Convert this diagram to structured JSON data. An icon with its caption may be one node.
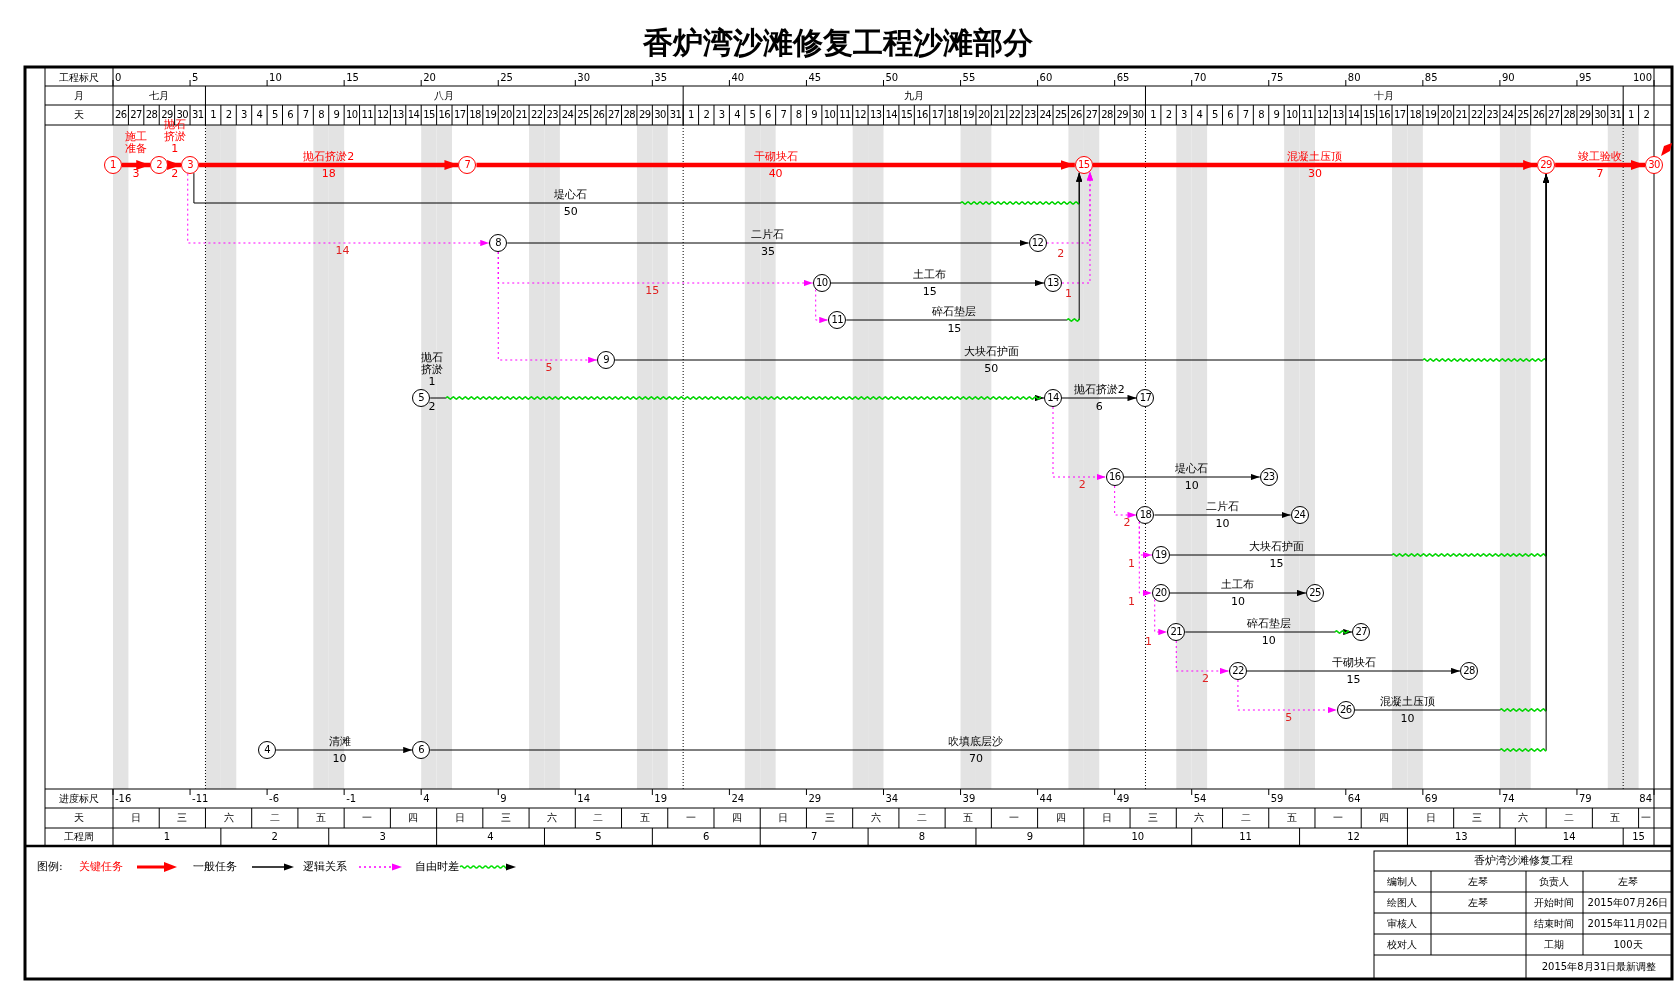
{
  "diagram": {
    "title": "香炉湾沙滩修复工程沙滩部分",
    "nodes": [
      {
        "text": [
          "1"
        ]
      },
      {
        "text": [
          "2"
        ]
      },
      {
        "text": [
          "3"
        ]
      },
      {
        "text": [
          "4"
        ]
      },
      {
        "text": [
          "5"
        ]
      },
      {
        "text": [
          "6"
        ]
      },
      {
        "text": [
          "7"
        ]
      },
      {
        "text": [
          "8"
        ]
      },
      {
        "text": [
          "9"
        ]
      },
      {
        "text": [
          "10"
        ]
      },
      {
        "text": [
          "11"
        ]
      },
      {
        "text": [
          "12"
        ]
      },
      {
        "text": [
          "13"
        ]
      },
      {
        "text": [
          "14"
        ]
      },
      {
        "text": [
          "15"
        ]
      },
      {
        "text": [
          "16"
        ]
      },
      {
        "text": [
          "17"
        ]
      },
      {
        "text": [
          "18"
        ]
      },
      {
        "text": [
          "19"
        ]
      },
      {
        "text": [
          "20"
        ]
      },
      {
        "text": [
          "21"
        ]
      },
      {
        "text": [
          "22"
        ]
      },
      {
        "text": [
          "23"
        ]
      },
      {
        "text": [
          "24"
        ]
      },
      {
        "text": [
          "25"
        ]
      },
      {
        "text": [
          "26"
        ]
      },
      {
        "text": [
          "27"
        ]
      },
      {
        "text": [
          "28"
        ]
      },
      {
        "text": [
          "29"
        ]
      },
      {
        "text": [
          "30"
        ]
      }
    ],
    "edges": [
      {
        "from": 0,
        "to": 1,
        "arrow": "to",
        "label": "施工准备",
        "style": "thick",
        "color": "#ff0000"
      },
      {
        "from": 1,
        "to": 2,
        "arrow": "to",
        "label": "抛石挤淤1",
        "style": "thick",
        "color": "#ff0000"
      },
      {
        "from": 2,
        "to": 6,
        "arrow": "to",
        "label": "抛石挤淤2",
        "style": "thick",
        "color": "#ff0000"
      },
      {
        "from": 6,
        "to": 14,
        "arrow": "to",
        "label": "干砌块石",
        "style": "thick",
        "color": "#ff0000"
      },
      {
        "from": 14,
        "to": 28,
        "arrow": "to",
        "label": "混凝土压顶",
        "style": "thick",
        "color": "#ff0000"
      },
      {
        "from": 28,
        "to": 29,
        "arrow": "to",
        "label": "竣工验收",
        "style": "thick",
        "color": "#ff0000"
      },
      {
        "from": 2,
        "to": 14,
        "arrow": "to",
        "label": "堤心石"
      },
      {
        "from": 2,
        "to": 7,
        "arrow": "to",
        "label": "14",
        "style": "dashed",
        "color": "#ff00ff"
      },
      {
        "from": 7,
        "to": 11,
        "arrow": "to",
        "label": "二片石"
      },
      {
        "from": 11,
        "to": 14,
        "arrow": "to",
        "label": "2",
        "style": "dashed",
        "color": "#ff00ff"
      },
      {
        "from": 7,
        "to": 9,
        "arrow": "to",
        "label": "15",
        "style": "dashed",
        "color": "#ff00ff"
      },
      {
        "from": 9,
        "to": 12,
        "arrow": "to",
        "label": "土工布"
      },
      {
        "from": 12,
        "to": 14,
        "arrow": "to",
        "label": "1",
        "style": "dashed",
        "color": "#ff00ff"
      },
      {
        "from": 9,
        "to": 10,
        "arrow": "to",
        "style": "dashed",
        "color": "#ff00ff"
      },
      {
        "from": 10,
        "to": 14,
        "arrow": "to",
        "label": "碎石垫层"
      },
      {
        "from": 7,
        "to": 8,
        "arrow": "to",
        "label": "5",
        "style": "dashed",
        "color": "#ff00ff"
      },
      {
        "from": 8,
        "to": 28,
        "arrow": "to",
        "label": "大块石护面"
      },
      {
        "from": 4,
        "to": 13,
        "arrow": "to",
        "label": "抛石挤淤1"
      },
      {
        "from": 13,
        "to": 16,
        "arrow": "to",
        "label": "抛石挤淤2"
      },
      {
        "from": 13,
        "to": 15,
        "arrow": "to",
        "label": "2",
        "style": "dashed",
        "color": "#ff00ff"
      },
      {
        "from": 15,
        "to": 22,
        "arrow": "to",
        "label": "堤心石"
      },
      {
        "from": 15,
        "to": 17,
        "arrow": "to",
        "label": "2",
        "style": "dashed",
        "color": "#ff00ff"
      },
      {
        "from": 17,
        "to": 23,
        "arrow": "to",
        "label": "二片石"
      },
      {
        "from": 17,
        "to": 18,
        "arrow": "to",
        "label": "1",
        "style": "dashed",
        "color": "#ff00ff"
      },
      {
        "from": 18,
        "to": 28,
        "arrow": "to",
        "label": "大块石护面"
      },
      {
        "from": 17,
        "to": 19,
        "arrow": "to",
        "label": "1",
        "style": "dashed",
        "color": "#ff00ff"
      },
      {
        "from": 19,
        "to": 24,
        "arrow": "to",
        "label": "土工布"
      },
      {
        "from": 19,
        "to": 20,
        "arrow": "to",
        "label": "1",
        "style": "dashed",
        "color": "#ff00ff"
      },
      {
        "from": 20,
        "to": 26,
        "arrow": "to",
        "label": "碎石垫层"
      },
      {
        "from": 20,
        "to": 21,
        "arrow": "to",
        "label": "2",
        "style": "dashed",
        "color": "#ff00ff"
      },
      {
        "from": 21,
        "to": 27,
        "arrow": "to",
        "label": "干砌块石"
      },
      {
        "from": 21,
        "to": 25,
        "arrow": "to",
        "label": "5",
        "style": "dashed",
        "color": "#ff00ff"
      },
      {
        "from": 25,
        "to": 28,
        "arrow": "to",
        "label": "混凝土压顶"
      },
      {
        "from": 3,
        "to": 5,
        "arrow": "to",
        "label": "清滩"
      },
      {
        "from": 5,
        "to": 28,
        "arrow": "to",
        "label": "吹填底层沙"
      }
    ],
    "labels": [
      "工程标尺",
      "0",
      "5",
      "10",
      "15",
      "20",
      "25",
      "30",
      "35",
      "40",
      "45",
      "50",
      "55",
      "60",
      "65",
      "70",
      "75",
      "80",
      "85",
      "90",
      "95",
      "100",
      "月",
      "七月",
      "八月",
      "九月",
      "十月",
      "天",
      "26",
      "27",
      "28",
      "29",
      "30",
      "31",
      "1",
      "2",
      "3",
      "4",
      "5",
      "6",
      "7",
      "8",
      "9",
      "10",
      "11",
      "12",
      "13",
      "14",
      "15",
      "16",
      "17",
      "18",
      "19",
      "20",
      "21",
      "22",
      "23",
      "24",
      "25",
      "26",
      "27",
      "28",
      "29",
      "30",
      "31",
      "1",
      "2",
      "3",
      "4",
      "5",
      "6",
      "7",
      "8",
      "9",
      "10",
      "11",
      "12",
      "13",
      "14",
      "15",
      "16",
      "17",
      "18",
      "19",
      "20",
      "21",
      "22",
      "23",
      "24",
      "25",
      "26",
      "27",
      "28",
      "29",
      "30",
      "1",
      "2",
      "3",
      "4",
      "5",
      "6",
      "7",
      "8",
      "9",
      "10",
      "11",
      "12",
      "13",
      "14",
      "15",
      "16",
      "17",
      "18",
      "19",
      "20",
      "21",
      "22",
      "23",
      "24",
      "25",
      "26",
      "27",
      "28",
      "29",
      "30",
      "31",
      "1",
      "2",
      "3",
      "2",
      "18",
      "40",
      "30",
      "7",
      "50",
      "35",
      "15",
      "15",
      "50",
      "2",
      "6",
      "10",
      "10",
      "15",
      "10",
      "10",
      "15",
      "10",
      "10",
      "70",
      "进度标尺",
      "-16",
      "-11",
      "-6",
      "-1",
      "4",
      "9",
      "14",
      "19",
      "24",
      "29",
      "34",
      "39",
      "44",
      "49",
      "54",
      "59",
      "64",
      "69",
      "74",
      "79",
      "84",
      "天",
      "日",
      "三",
      "六",
      "二",
      "五",
      "一",
      "四",
      "日",
      "三",
      "六",
      "二",
      "五",
      "一",
      "四",
      "日",
      "三",
      "六",
      "二",
      "五",
      "一",
      "四",
      "日",
      "三",
      "六",
      "二",
      "五",
      "一",
      "四",
      "日",
      "三",
      "六",
      "二",
      "五",
      "一",
      "工程周",
      "1",
      "2",
      "3",
      "4",
      "5",
      "6",
      "7",
      "8",
      "9",
      "10",
      "11",
      "12",
      "13",
      "14",
      "15",
      "图例:",
      "香炉湾沙滩修复工程",
      "编制人",
      "左琴",
      "负责人",
      "左琴",
      "绘图人",
      "左琴",
      "开始时间",
      "2015年07月26日",
      "审核人",
      "结束时间",
      "2015年11月02日",
      "校对人",
      "工期",
      "100天",
      "2015年8月31日最新调整"
    ],
    "legend": [
      {
        "text": "关键任务"
      },
      {
        "text": "一般任务"
      },
      {
        "text": "逻辑关系"
      },
      {
        "text": "自由时差"
      }
    ]
  }
}
